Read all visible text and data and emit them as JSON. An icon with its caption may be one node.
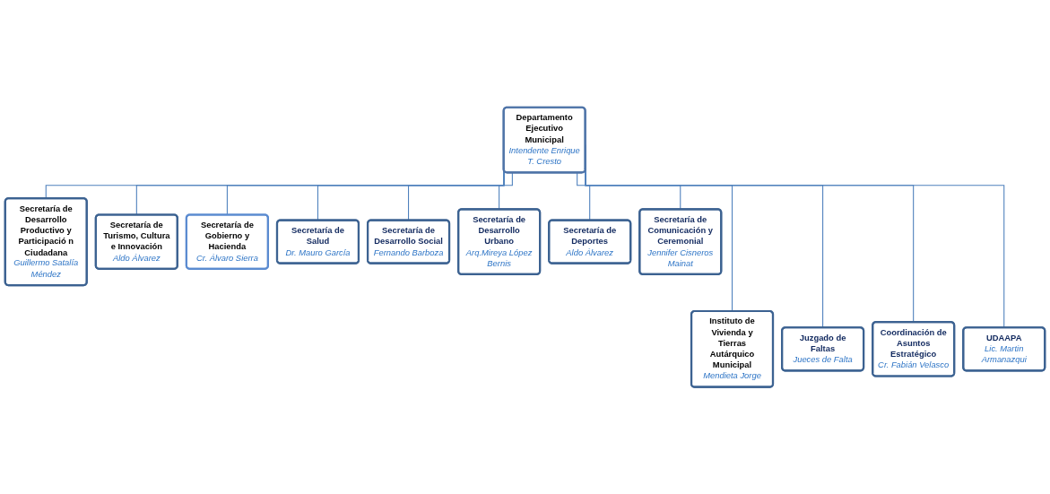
{
  "diagram": {
    "nodes": [
      {
        "text": [
          "Departamento Ejecutivo Municipal",
          "Intendente Enrique T. Cresto"
        ]
      },
      {
        "text": [
          "Secretaría de Desarrollo Productivo y Participació n Ciudadana",
          "Guillermo Satalía Méndez"
        ]
      },
      {
        "text": [
          "Secretaría de Turismo, Cultura e Innovación",
          "Aldo Álvarez"
        ]
      },
      {
        "text": [
          "Secretaría de Gobierno y Hacienda",
          "Cr. Álvaro Sierra"
        ]
      },
      {
        "text": [
          "Secretaría de Salud",
          "Dr. Mauro García"
        ]
      },
      {
        "text": [
          "Secretaría de Desarrollo Social",
          "Fernando Barboza"
        ]
      },
      {
        "text": [
          "Secretaría de Desarrollo Urbano",
          "Arq.Mireya López Bernis"
        ]
      },
      {
        "text": [
          "Secretaría de Deportes",
          "Aldo Álvarez"
        ]
      },
      {
        "text": [
          "Secretaría de Comunicación y Ceremonial",
          "Jennifer Cisneros Mainat"
        ]
      },
      {
        "text": [
          "Instituto de Vivienda y Tierras Autárquico Municipal",
          "Mendieta Jorge"
        ]
      },
      {
        "text": [
          "Juzgado de Faltas",
          "Jueces de Falta"
        ]
      },
      {
        "text": [
          "Coordinación de Asuntos Estratégico",
          "Cr. Fabián Velasco"
        ]
      },
      {
        "text": [
          "UDAAPA",
          "Lic. Martin Armanazqui"
        ]
      }
    ],
    "edges": [
      {
        "from": 0,
        "to": 1,
        "arrow": "none"
      },
      {
        "from": 0,
        "to": 9,
        "arrow": "none"
      },
      {
        "from": 0,
        "to": 2,
        "arrow": "none"
      },
      {
        "from": 0,
        "to": 10,
        "arrow": "none"
      },
      {
        "from": 0,
        "to": 3,
        "arrow": "none"
      },
      {
        "from": 0,
        "to": 11,
        "arrow": "none"
      },
      {
        "from": 0,
        "to": 4,
        "arrow": "none"
      },
      {
        "from": 0,
        "to": 5,
        "arrow": "none"
      },
      {
        "from": 0,
        "to": 12,
        "arrow": "none"
      },
      {
        "from": 0,
        "to": 6,
        "arrow": "none"
      },
      {
        "from": 0,
        "to": 7,
        "arrow": "none"
      },
      {
        "from": 0,
        "to": 8,
        "arrow": "none"
      }
    ]
  }
}
